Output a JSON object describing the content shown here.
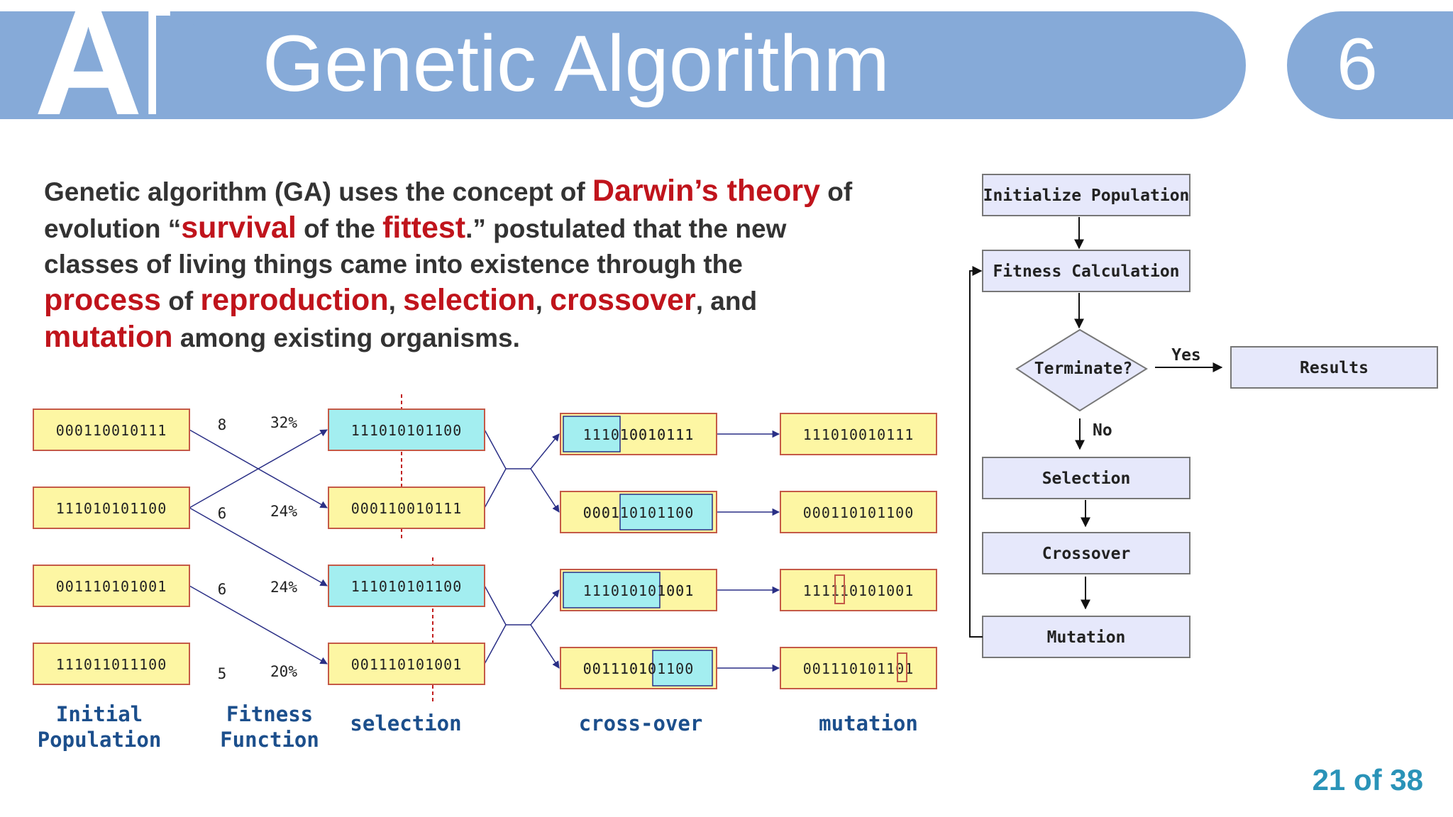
{
  "header": {
    "logo_text": "AI",
    "title": "Genetic Algorithm",
    "chapter_number": "6"
  },
  "intro": {
    "s1": "Genetic algorithm (GA) uses the concept of ",
    "h1": "Darwin’s theory",
    "s2": " of evolution “",
    "h2": "survival",
    "s3": " of the ",
    "h3": "fittest",
    "s4": ".” postulated that the new classes of living things came into existence through the ",
    "h4": "process",
    "s5": " of ",
    "h5": "reproduction",
    "s6": ", ",
    "h6": "selection",
    "s7": ", ",
    "h7": "crossover",
    "s8": ", and ",
    "h8": "mutation",
    "s9": " among existing organisms."
  },
  "ga_example": {
    "initial_population": [
      "000110010111",
      "111010101100",
      "001110101001",
      "111011011100"
    ],
    "fitness": [
      {
        "score": "8",
        "percent": "32%"
      },
      {
        "score": "6",
        "percent": "24%"
      },
      {
        "score": "6",
        "percent": "24%"
      },
      {
        "score": "5",
        "percent": "20%"
      }
    ],
    "selection": [
      "111010101100",
      "000110010111",
      "111010101100",
      "001110101001"
    ],
    "crossover": [
      "111010010111",
      "000110101100",
      "111010101001",
      "001110101100"
    ],
    "mutation": [
      "111010010111",
      "000110101100",
      "111110101001",
      "001110101101"
    ],
    "labels": {
      "initial": [
        "Initial",
        "Population"
      ],
      "fitness": [
        "Fitness",
        "Function"
      ],
      "selection": "selection",
      "crossover": "cross-over",
      "mutation": "mutation"
    },
    "colors": {
      "box_fill": "#fdf6a3",
      "box_border": "#c55a47",
      "selected_fill": "#a3eef0",
      "label": "#1c4f8c",
      "cut_line": "#c21e1e",
      "arrow": "#2a2f86"
    }
  },
  "flowchart": {
    "init": "Initialize Population",
    "fitness": "Fitness Calculation",
    "terminate": "Terminate?",
    "yes": "Yes",
    "no": "No",
    "results": "Results",
    "selection": "Selection",
    "crossover": "Crossover",
    "mutation": "Mutation",
    "colors": {
      "box_fill": "#e6e8fb",
      "box_border": "#777777"
    }
  },
  "footer": {
    "page": "21 of 38"
  }
}
